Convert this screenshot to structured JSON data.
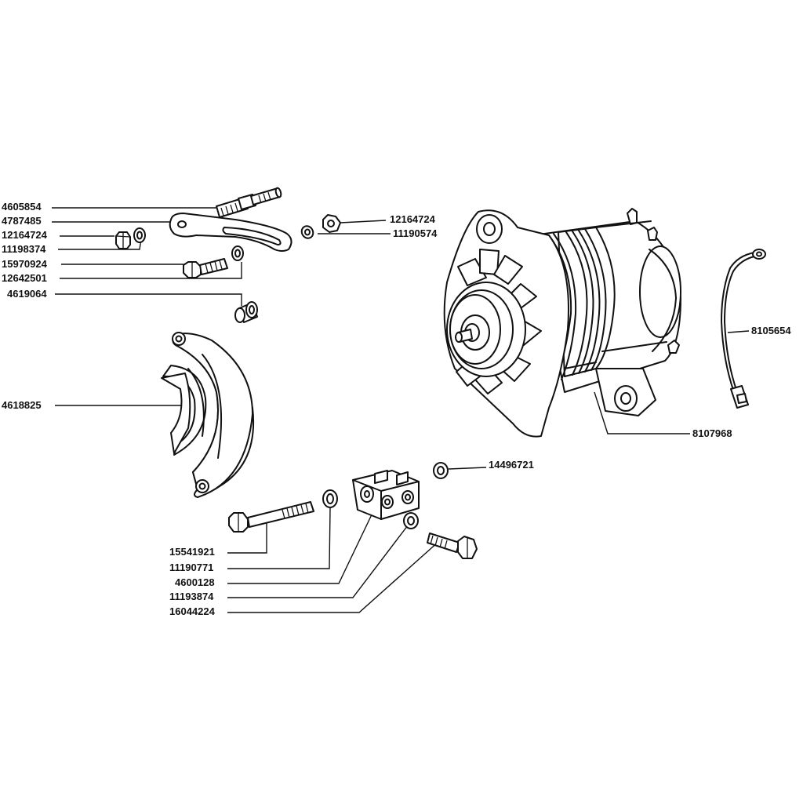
{
  "labels": {
    "p4605854": "4605854",
    "p4787485": "4787485",
    "p12164724_left": "12164724",
    "p11198374": "11198374",
    "p15970924": "15970924",
    "p12642501": "12642501",
    "p4619064": "4619064",
    "p4618825": "4618825",
    "p12164724_right": "12164724",
    "p11190574": "11190574",
    "p8105654": "8105654",
    "p8107968": "8107968",
    "p14496721": "14496721",
    "p15541921": "15541921",
    "p11190771": "11190771",
    "p4600128": "4600128",
    "p11193874": "11193874",
    "p16044224": "16044224"
  }
}
